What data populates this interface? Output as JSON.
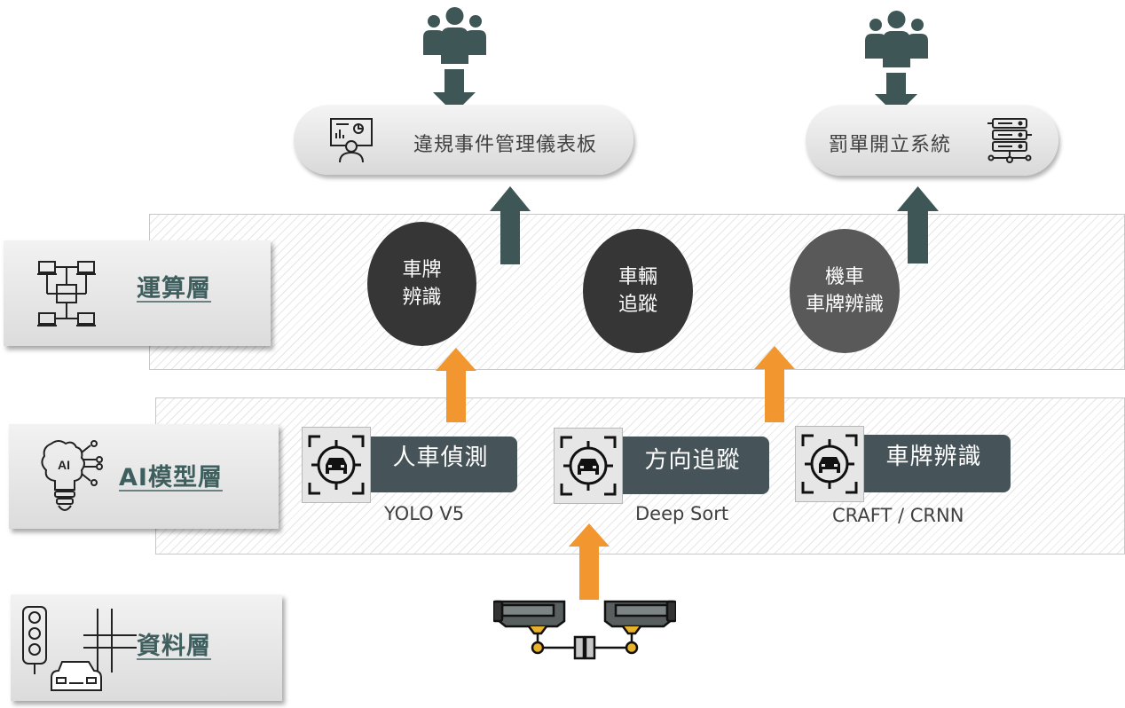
{
  "colors": {
    "dark_arrow": "#3f5656",
    "orange_arrow": "#f29630",
    "label_text": "#3f5e5e",
    "ellipse_dark": "#363636",
    "ellipse_gray": "#595959",
    "model_box": "#46545a"
  },
  "outputs": {
    "dashboard": {
      "label": "違規事件管理儀表板",
      "icon": "dashboard-presenter-icon"
    },
    "ticket": {
      "label": "罰單開立系統",
      "icon": "server-network-icon"
    }
  },
  "layers": {
    "compute": {
      "label": "運算層",
      "icon": "network-nodes-icon"
    },
    "ai": {
      "label": "AI模型層",
      "icon": "ai-brain-bulb-icon"
    },
    "data": {
      "label": "資料層",
      "icon": "traffic-intersection-icon"
    }
  },
  "compute_nodes": [
    {
      "label": "車牌\n辨識",
      "color": "#363636"
    },
    {
      "label": "車輛\n追蹤",
      "color": "#363636"
    },
    {
      "label": "機車\n車牌辨識",
      "color": "#595959"
    }
  ],
  "models": [
    {
      "task": "人車偵測",
      "name": "YOLO V5",
      "icon": "car-target-icon"
    },
    {
      "task": "方向追蹤",
      "name": "Deep Sort",
      "icon": "car-target-icon"
    },
    {
      "task": "車牌辨識",
      "name": "CRAFT / CRNN",
      "icon": "car-target-icon"
    }
  ],
  "source": {
    "icon": "cctv-cameras-icon"
  }
}
